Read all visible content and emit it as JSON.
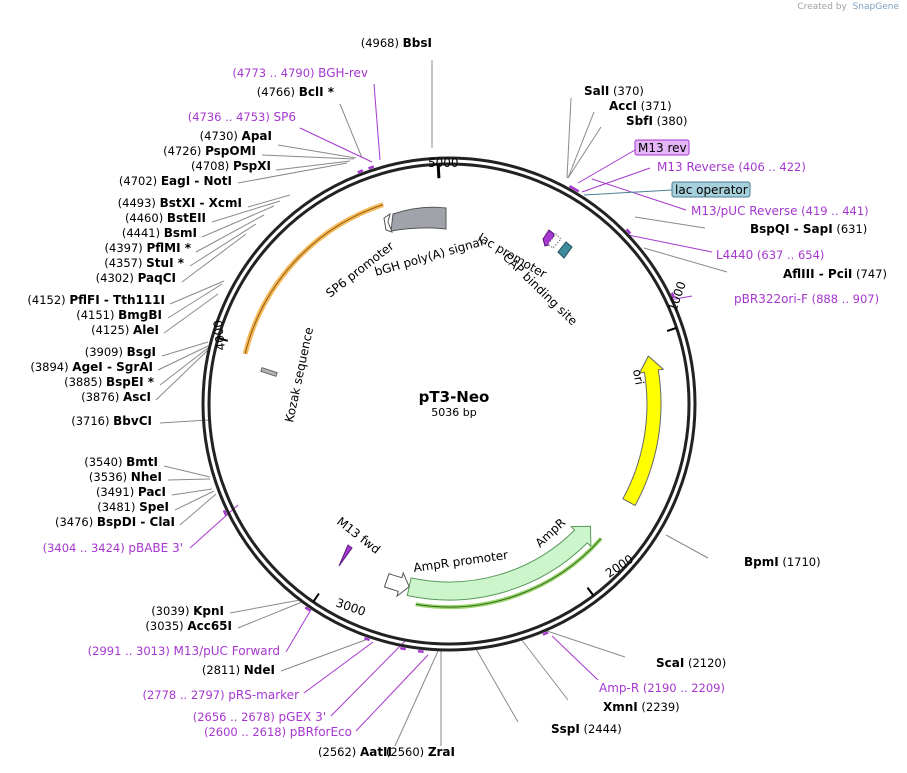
{
  "credit": {
    "prefix": "Created by",
    "brand": "SnapGene"
  },
  "plasmid": {
    "name": "pT3-Neo",
    "size": "5036 bp",
    "length": 5036
  },
  "ticks": [
    {
      "value": 1000,
      "label": "1000"
    },
    {
      "value": 2000,
      "label": "2000"
    },
    {
      "value": 3000,
      "label": "3000"
    },
    {
      "value": 4000,
      "label": "4000"
    },
    {
      "value": 5000,
      "label": "5000"
    }
  ],
  "enzymes": [
    {
      "name": "BbsI",
      "pos": "(4968)",
      "bp": 4968
    },
    {
      "name": "BclI *",
      "pos": "(4766)",
      "bp": 4766
    },
    {
      "name": "ApaI",
      "pos": "(4730)",
      "bp": 4730
    },
    {
      "name": "PspOMI",
      "pos": "(4726)",
      "bp": 4726
    },
    {
      "name": "PspXI",
      "pos": "(4708)",
      "bp": 4708
    },
    {
      "name": "EagI  -  NotI",
      "pos": "(4702)",
      "bp": 4702
    },
    {
      "name": "BstXI  -  XcmI",
      "pos": "(4493)",
      "bp": 4493
    },
    {
      "name": "BstEII",
      "pos": "(4460)",
      "bp": 4460
    },
    {
      "name": "BsmI",
      "pos": "(4441)",
      "bp": 4441
    },
    {
      "name": "PflMI *",
      "pos": "(4397)",
      "bp": 4397
    },
    {
      "name": "StuI *",
      "pos": "(4357)",
      "bp": 4357
    },
    {
      "name": "PaqCI",
      "pos": "(4302)",
      "bp": 4302
    },
    {
      "name": "PflFI  -  Tth111I",
      "pos": "(4152)",
      "bp": 4152
    },
    {
      "name": "BmgBI",
      "pos": "(4151)",
      "bp": 4151
    },
    {
      "name": "AleI",
      "pos": "(4125)",
      "bp": 4125
    },
    {
      "name": "BsgI",
      "pos": "(3909)",
      "bp": 3909
    },
    {
      "name": "AgeI  -  SgrAI",
      "pos": "(3894)",
      "bp": 3894
    },
    {
      "name": "BspEI *",
      "pos": "(3885)",
      "bp": 3885
    },
    {
      "name": "AscI",
      "pos": "(3876)",
      "bp": 3876
    },
    {
      "name": "BbvCI",
      "pos": "(3716)",
      "bp": 3716
    },
    {
      "name": "BmtI",
      "pos": "(3540)",
      "bp": 3540
    },
    {
      "name": "NheI",
      "pos": "(3536)",
      "bp": 3536
    },
    {
      "name": "PacI",
      "pos": "(3491)",
      "bp": 3491
    },
    {
      "name": "SpeI",
      "pos": "(3481)",
      "bp": 3481
    },
    {
      "name": "BspDI  -  ClaI",
      "pos": "(3476)",
      "bp": 3476
    },
    {
      "name": "KpnI",
      "pos": "(3039)",
      "bp": 3039
    },
    {
      "name": "Acc65I",
      "pos": "(3035)",
      "bp": 3035
    },
    {
      "name": "NdeI",
      "pos": "(2811)",
      "bp": 2811
    },
    {
      "name": "AatII",
      "pos": "(2562)",
      "bp": 2562
    },
    {
      "name": "ZraI",
      "pos": "(2560)",
      "bp": 2560
    },
    {
      "name": "SspI",
      "pos": "(2444)",
      "bp": 2444
    },
    {
      "name": "XmnI",
      "pos": "(2239)",
      "bp": 2239
    },
    {
      "name": "ScaI",
      "pos": "(2120)",
      "bp": 2120
    },
    {
      "name": "BpmI",
      "pos": "(1710)",
      "bp": 1710
    },
    {
      "name": "AflIII  -  PciI",
      "pos": "(747)",
      "bp": 747
    },
    {
      "name": "BspQI  -  SapI",
      "pos": "(631)",
      "bp": 631
    },
    {
      "name": "SbfI",
      "pos": "(380)",
      "bp": 380
    },
    {
      "name": "AccI",
      "pos": "(371)",
      "bp": 371
    },
    {
      "name": "SalI",
      "pos": "(370)",
      "bp": 370
    }
  ],
  "primers": [
    {
      "name": "BGH-rev",
      "range": "(4773 .. 4790)",
      "bp": 4781
    },
    {
      "name": "SP6",
      "range": "(4736 .. 4753)",
      "bp": 4744
    },
    {
      "name": "pBABE 3'",
      "range": "(3404 .. 3424)",
      "bp": 3414
    },
    {
      "name": "M13/pUC Forward",
      "range": "(2991 .. 3013)",
      "bp": 3002
    },
    {
      "name": "pRS-marker",
      "range": "(2778 .. 2797)",
      "bp": 2787
    },
    {
      "name": "pGEX 3'",
      "range": "(2656 .. 2678)",
      "bp": 2667
    },
    {
      "name": "pBRforEco",
      "range": "(2600 .. 2618)",
      "bp": 2609
    },
    {
      "name": "Amp-R",
      "range": "(2190 .. 2209)",
      "bp": 2199
    },
    {
      "name": "pBR322ori-F",
      "range": "(888 .. 907)",
      "bp": 897
    },
    {
      "name": "L4440",
      "range": "(637 .. 654)",
      "bp": 645
    },
    {
      "name": "M13/pUC Reverse",
      "range": "(419 .. 441)",
      "bp": 430
    },
    {
      "name": "M13 Reverse",
      "range": "(406 .. 422)",
      "bp": 414
    }
  ],
  "boxed_labels": [
    {
      "name": "M13 rev",
      "bp": 414,
      "fill": "#e4b5f7",
      "stroke": "#a637cf"
    },
    {
      "name": "lac operator",
      "bp": 398,
      "fill": "#a5d0dc",
      "stroke": "#4a7f92"
    }
  ],
  "features": [
    {
      "name": "ori",
      "start": 1070,
      "end": 1659,
      "kind": "ori",
      "color": "#ffff00"
    },
    {
      "name": "AmpR",
      "start": 1830,
      "end": 2690,
      "kind": "AmpR",
      "color": "#ccf5cc"
    },
    {
      "name": "AmpR promoter",
      "start": 2690,
      "end": 2790,
      "kind": "promoter",
      "color": "#ffffff"
    },
    {
      "name": "M13 fwd",
      "start": 3002,
      "end": 3019,
      "kind": "primer",
      "color": "#a637cf"
    },
    {
      "name": "Kozak sequence",
      "start": 3965,
      "end": 3975,
      "kind": "kozak",
      "color": "#b0b0b0"
    },
    {
      "name": "SP6 promoter",
      "start": 4744,
      "end": 4762,
      "kind": "promoter",
      "color": "#ffffff"
    },
    {
      "name": "bGH poly(A) signal",
      "start": 4780,
      "end": 4900,
      "kind": "polyA",
      "color": "#a0a4aa"
    },
    {
      "name": "lac promoter",
      "start": 445,
      "end": 475,
      "kind": "promoter",
      "color": "#ffffff"
    },
    {
      "name": "CAP binding site",
      "start": 480,
      "end": 500,
      "kind": "cap",
      "color": "#3f8b9a"
    }
  ],
  "colors": {
    "ring": "#222222",
    "enzyme_line": "#7f7f7f",
    "primer": "#a637cf",
    "orange_track": "#f6b95a",
    "green_track": "#9bd56b"
  }
}
